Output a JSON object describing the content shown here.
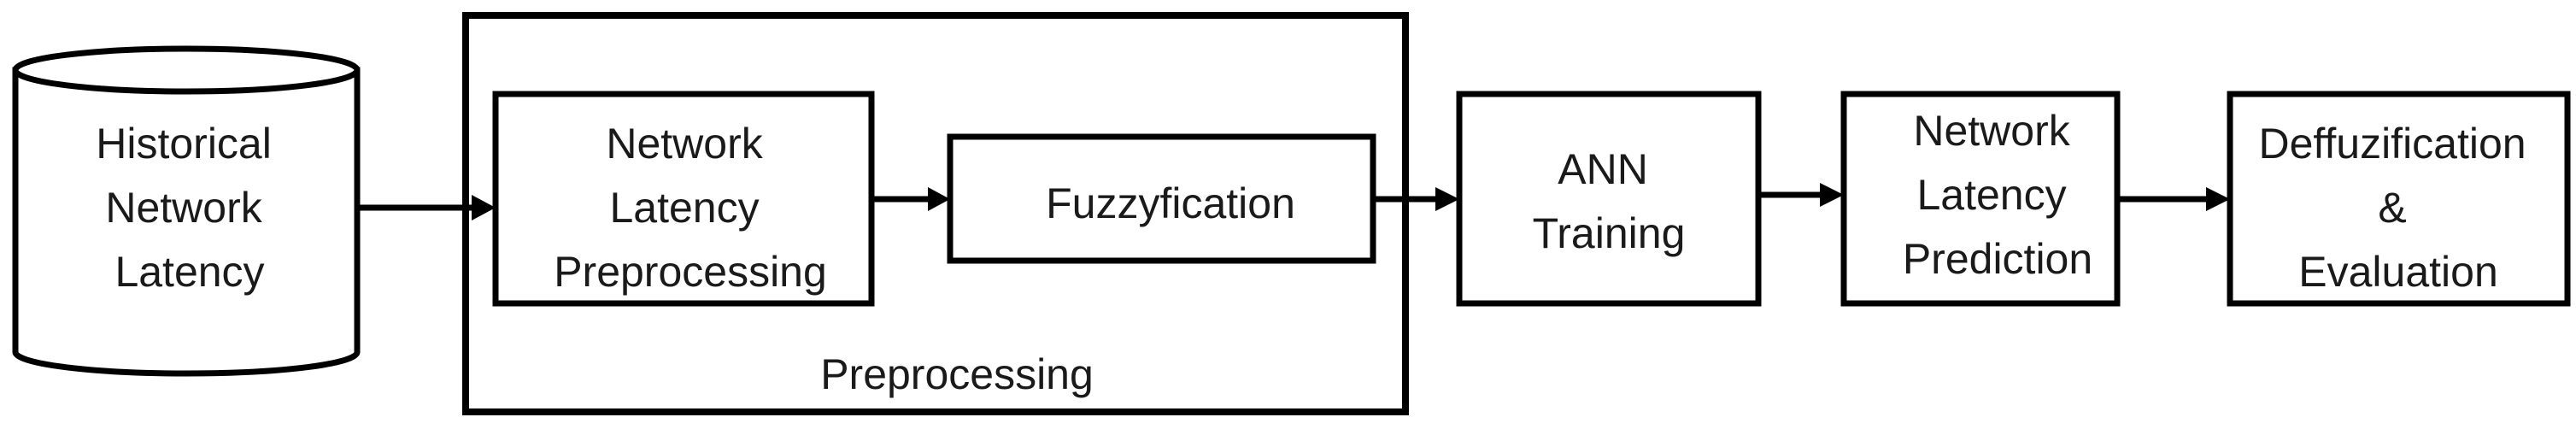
{
  "nodes": {
    "historical": {
      "lines": [
        "Historical",
        "Network",
        "Latency"
      ]
    },
    "preprocess_latency": {
      "lines": [
        "Network",
        "Latency",
        "Preprocessing"
      ]
    },
    "fuzzy": {
      "lines": [
        "Fuzzyfication"
      ]
    },
    "ann": {
      "lines": [
        "ANN",
        "Training"
      ]
    },
    "prediction": {
      "lines": [
        "Network",
        "Latency",
        "Prediction"
      ]
    },
    "defuzz": {
      "lines": [
        "Deffuzification",
        "&",
        "Evaluation"
      ]
    }
  },
  "group": {
    "label": "Preprocessing"
  }
}
